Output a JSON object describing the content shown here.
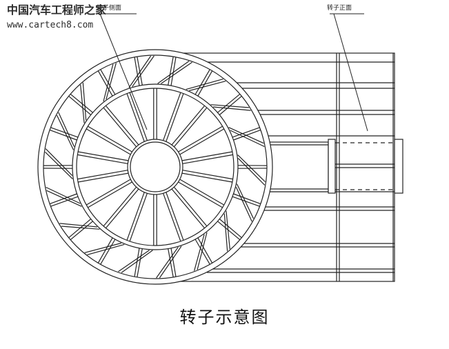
{
  "watermark": {
    "title": "中国汽车工程师之家",
    "url": "www.cartech8.com"
  },
  "labels": {
    "side_view": "转子侧面",
    "front_view": "转子正面"
  },
  "caption": "转子示意图"
}
